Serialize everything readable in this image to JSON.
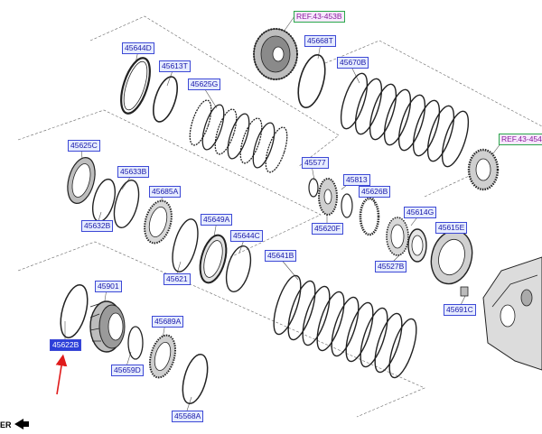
{
  "diagram": {
    "labels": {
      "p45644D": "45644D",
      "p45613T": "45613T",
      "p45625G": "45625G",
      "p45668T": "45668T",
      "p45670B": "45670B",
      "ref_top": "REF.43-453B",
      "ref_right": "REF.43-454",
      "p45625C": "45625C",
      "p45633B": "45633B",
      "p45632B": "45632B",
      "p45685A": "45685A",
      "p45577": "45577",
      "p45813": "45813",
      "p45626B": "45626B",
      "p45620F": "45620F",
      "p45614G": "45614G",
      "p45615E": "45615E",
      "p45527B": "45527B",
      "p45649A": "45649A",
      "p45644C": "45644C",
      "p45621": "45621",
      "p45641B": "45641B",
      "p45691C": "45691C",
      "p45901": "45901",
      "p45689A": "45689A",
      "p45622B": "45622B",
      "p45659D": "45659D",
      "p45568A": "45568A"
    },
    "corner_text": "ER"
  }
}
